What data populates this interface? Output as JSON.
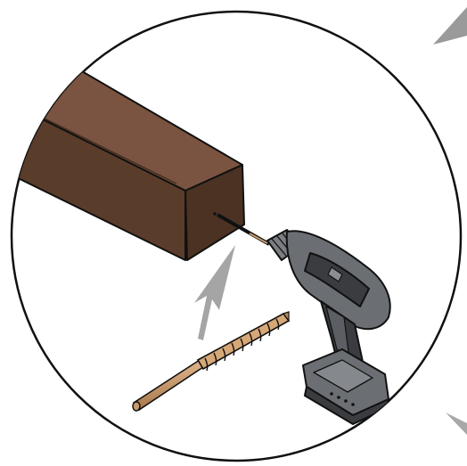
{
  "illustration": {
    "step": "drill-pilot-hole-in-post-end",
    "items": [
      "wooden-post",
      "drill-bit",
      "cordless-drill"
    ],
    "icons": {
      "post": "wooden-post-icon",
      "drill": "cordless-drill-icon",
      "bit": "drill-bit-icon",
      "arrow": "arrow-icon"
    },
    "colors": {
      "outline": "#111111",
      "wood_top": "#7a5440",
      "wood_side": "#5a3c2a",
      "wood_end": "#4b3222",
      "drill_body": "#6b6e73",
      "drill_dark": "#3a3c40",
      "bit": "#c89a6e",
      "arrow": "#9a9a9a",
      "background": "#ffffff"
    }
  }
}
